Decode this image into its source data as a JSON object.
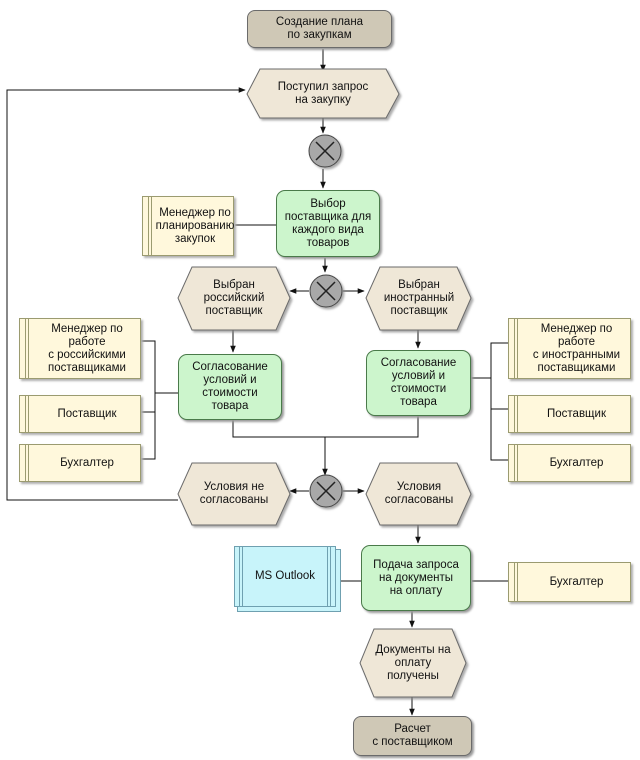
{
  "nodes": {
    "start": "Создание плана\nпо закупкам",
    "ev_request": "Поступил запрос\nна закупку",
    "fn_select": "Выбор\nпоставщика для\nкаждого вида\nтоваров",
    "role_planner": "Менеджер по\nпланированию\nзакупок",
    "ev_russian": "Выбран\nроссийский\nпоставщик",
    "ev_foreign": "Выбран\nиностранный\nпоставщик",
    "fn_agree_left": "Согласование\nусловий и\nстоимости\nтовара",
    "fn_agree_right": "Согласование\nусловий и\nстоимости\nтовара",
    "role_mgr_ru": "Менеджер по работе\nс российскими\nпоставщиками",
    "role_supplier_left": "Поставщик",
    "role_accountant_left": "Бухгалтер",
    "role_mgr_foreign": "Менеджер по работе\nс иностранными\nпоставщиками",
    "role_supplier_right": "Поставщик",
    "role_accountant_right": "Бухгалтер",
    "ev_not_agreed": "Условия не\nсогласованы",
    "ev_agreed": "Условия\nсогласованы",
    "fn_docs_request": "Подача запроса\nна документы\nна оплату",
    "sys_outlook": "MS Outlook",
    "role_accountant_docs": "Бухгалтер",
    "ev_docs_received": "Документы на\nоплату\nполучены",
    "end": "Расчет\nс поставщиком"
  },
  "colors": {
    "terminal_fill": "#cfc8b6",
    "event_fill": "#efe7d7",
    "function_fill": "#ccf5cc",
    "role_fill": "#fff8dc",
    "system_fill": "#c8f4fa",
    "xor_fill": "#a8a8a8"
  }
}
